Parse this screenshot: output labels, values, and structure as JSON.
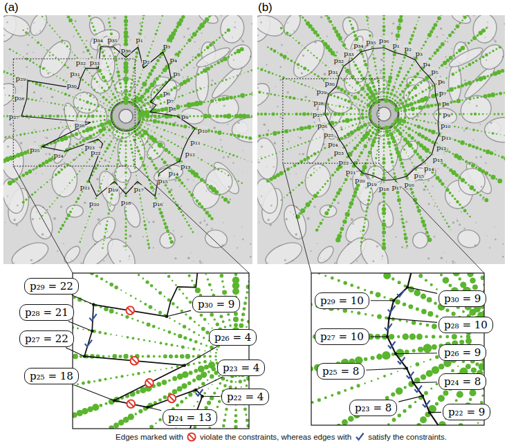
{
  "diagram": {
    "nodes": [
      {
        "text": [
          "p₂₉ = 22"
        ]
      },
      {
        "text": [
          "p₂₈ = 21"
        ]
      },
      {
        "text": [
          "p₂₇ = 22"
        ]
      },
      {
        "text": [
          "p₂₅ = 18"
        ]
      },
      {
        "text": [
          "p₂₄ = 13"
        ]
      },
      {
        "text": [
          "p₃₀ = 9"
        ]
      },
      {
        "text": [
          "p₂₆ = 4"
        ]
      },
      {
        "text": [
          "p₂₃ = 4"
        ]
      },
      {
        "text": [
          "p₂₂ = 4"
        ]
      },
      {
        "text": [
          "p₂₉ = 10"
        ]
      },
      {
        "text": [
          "p₃₀ = 9"
        ]
      },
      {
        "text": [
          "p₂₈ = 10"
        ]
      },
      {
        "text": [
          "p₂₇ = 10"
        ]
      },
      {
        "text": [
          "p₂₆ = 9"
        ]
      },
      {
        "text": [
          "p₂₅ = 8"
        ]
      },
      {
        "text": [
          "p₂₄ = 8"
        ]
      },
      {
        "text": [
          "p₂₃ = 8"
        ]
      },
      {
        "text": [
          "p₂₂ = 9"
        ]
      }
    ],
    "labels": [
      "(a)",
      "p₁",
      "p₂",
      "p₃",
      "p₄",
      "p₅",
      "p₆",
      "p₇",
      "p₈",
      "p₉",
      "p₁₀",
      "p₁₁",
      "p₁₂",
      "p₁₃",
      "p₁₄",
      "p₁₅",
      "p₁₆",
      "p₁₇",
      "p₁₈",
      "p₁₉",
      "p₂₀",
      "p₂₁",
      "p₂₂",
      "p₂₃",
      "p₂₄",
      "p₂₅",
      "p₂₆",
      "p₂₇",
      "p₂₈",
      "p₂₉",
      "p₃₀",
      "p₃₁",
      "p₃₂",
      "p₃₃",
      "p₃₄",
      "p₃₅",
      "p₃₆",
      "(b)",
      "p₁",
      "p₂",
      "p₃",
      "p₄",
      "p₅",
      "p₆",
      "p₇",
      "p₈",
      "p₉",
      "p₁₀",
      "p₁₁",
      "p₁₂",
      "p₁₃",
      "p₁₄",
      "p₁₅",
      "p₁₆",
      "p₁₇",
      "p₁₈",
      "p₁₉",
      "p₂₀",
      "p₂₁",
      "p₂₂",
      "p₂₃",
      "p₂₄",
      "p₂₅",
      "p₂₆",
      "p₂₇",
      "p₂₈",
      "p₂₉",
      "p₃₀",
      "p₃₁",
      "p₃₂",
      "p₃₃",
      "p₃₄",
      "p₃₅",
      "p₃₆",
      "Edges marked with",
      "violate the constraints, whereas edges with",
      "satisfy the constraints."
    ]
  }
}
